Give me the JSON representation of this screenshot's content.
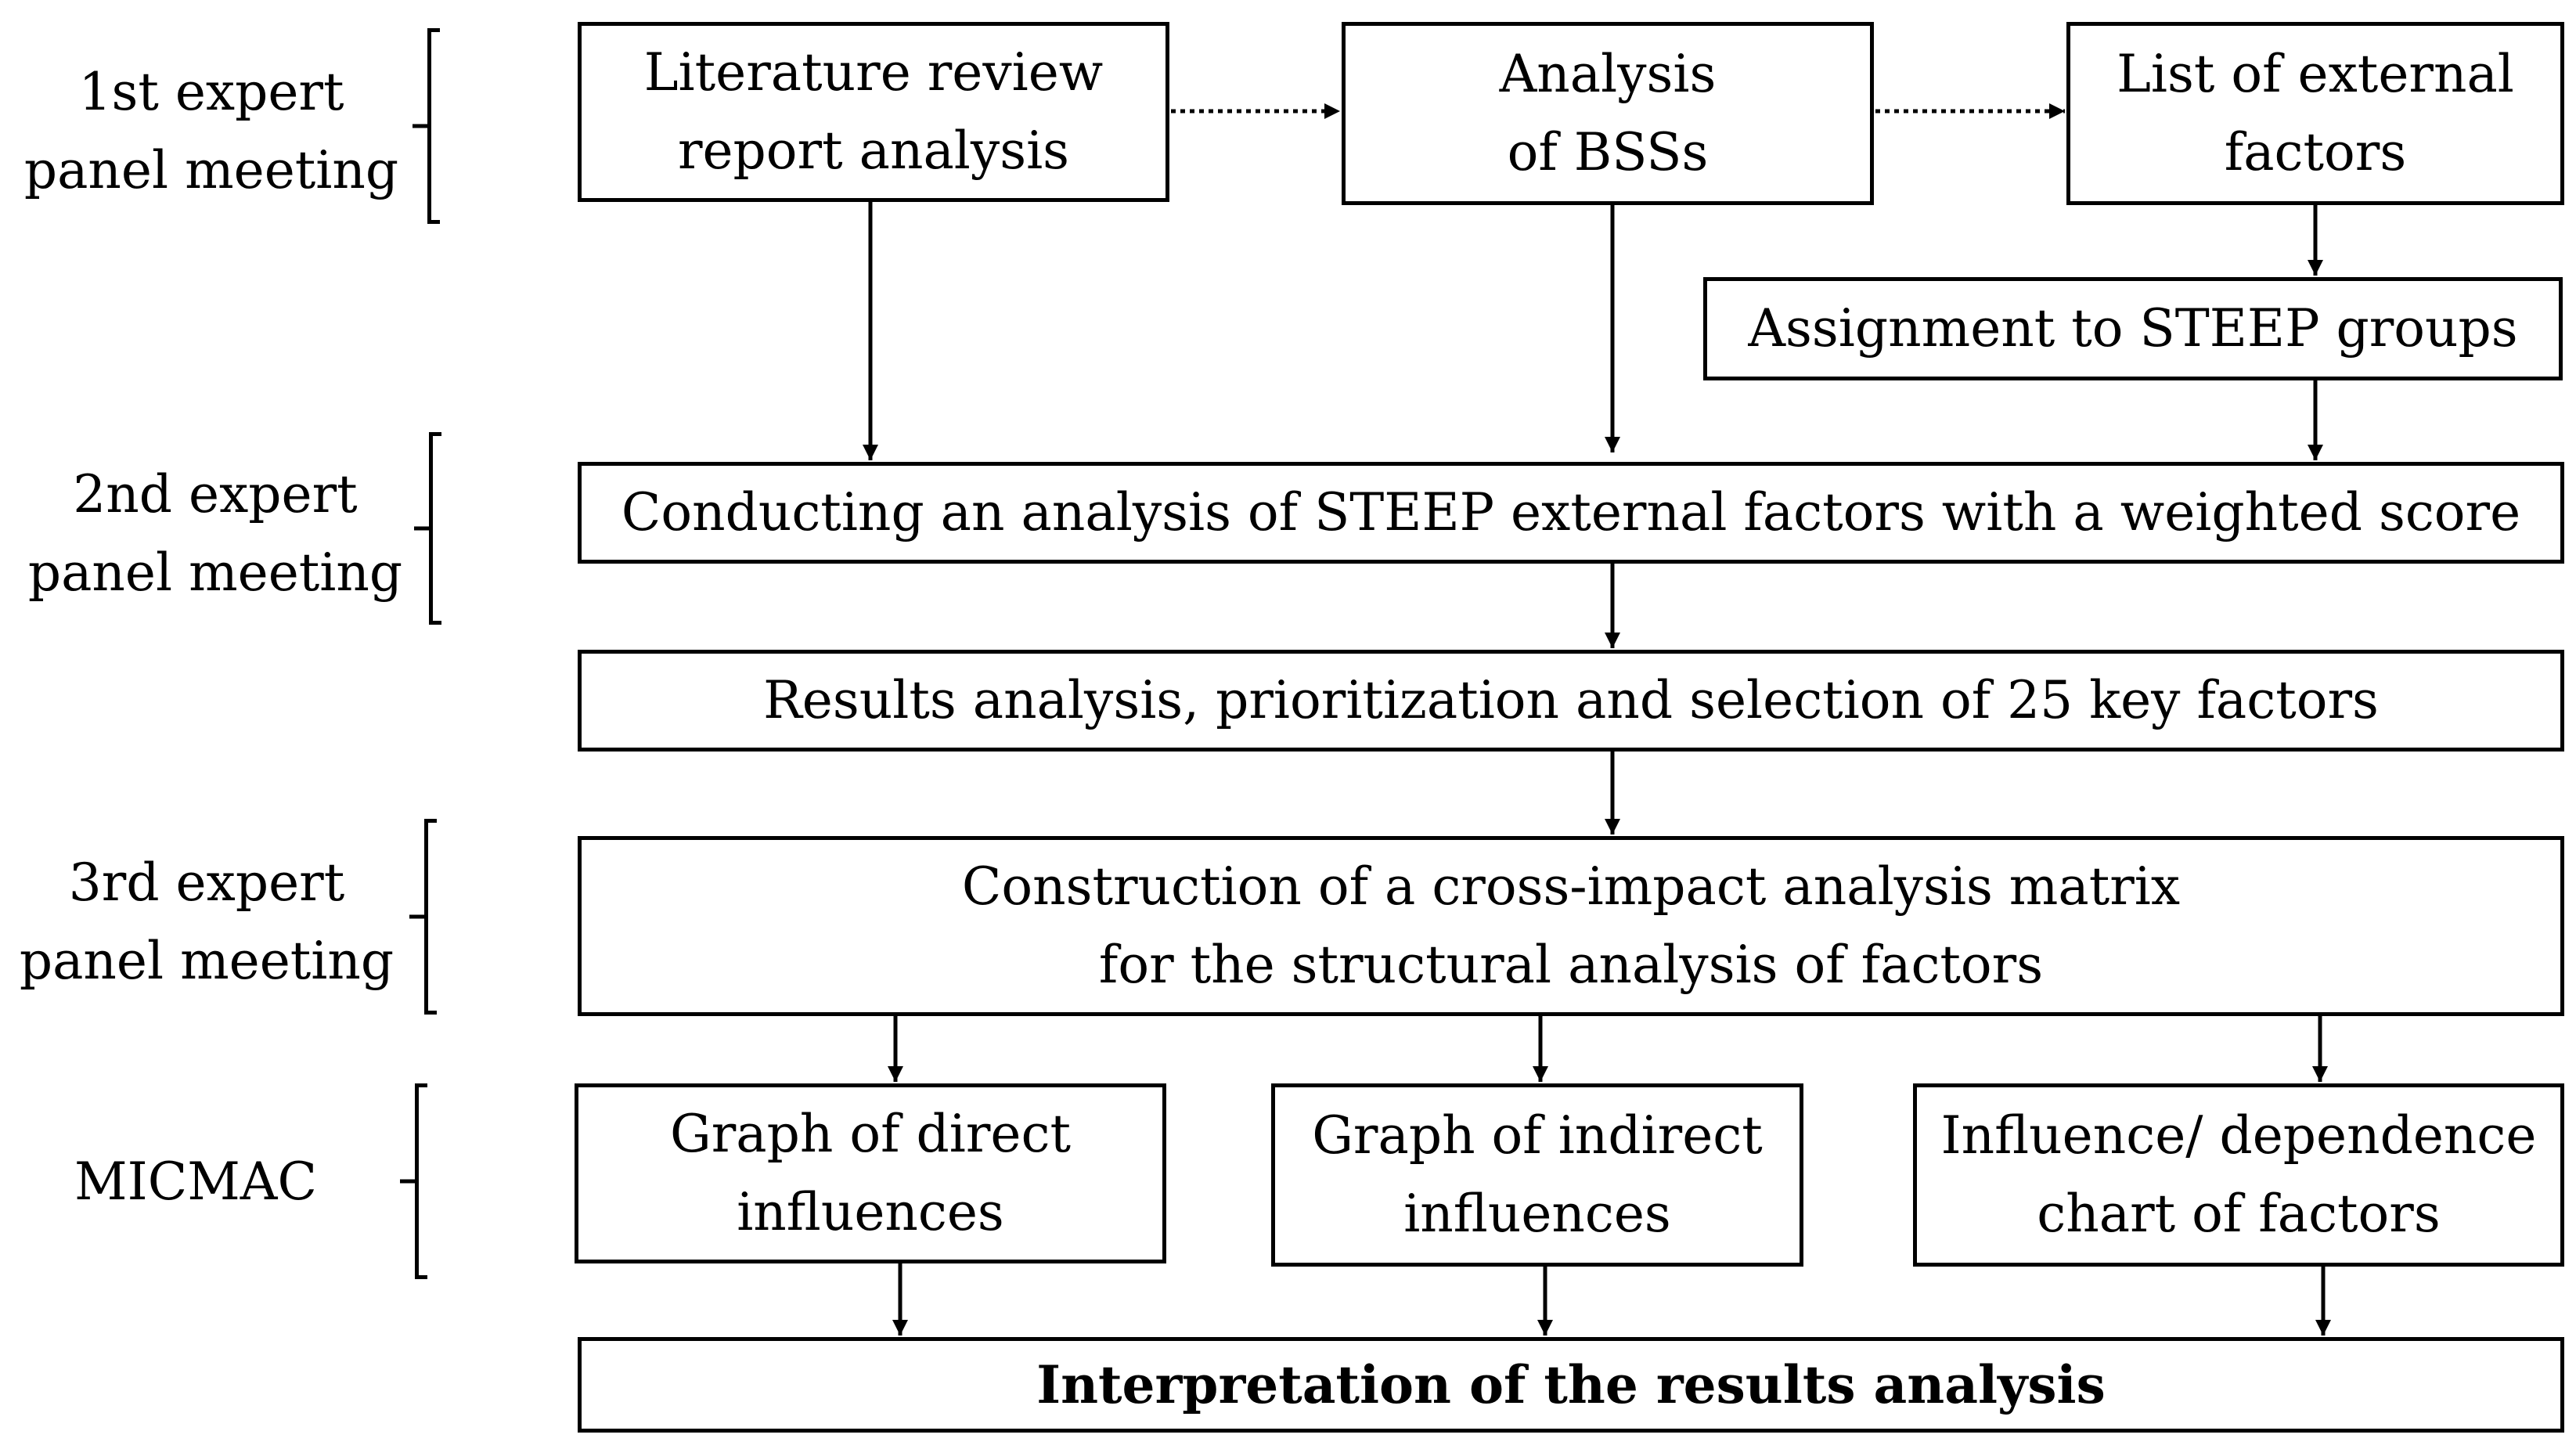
{
  "stages": {
    "first": [
      "1st expert",
      "panel meeting"
    ],
    "second": [
      "2nd expert",
      "panel meeting"
    ],
    "third": [
      "3rd expert",
      "panel meeting"
    ],
    "micmac": [
      "MICMAC"
    ]
  },
  "boxes": {
    "literature": [
      "Literature review",
      "report analysis"
    ],
    "bss": [
      "Analysis",
      "of BSSs"
    ],
    "external": [
      "List of external",
      "factors"
    ],
    "steep_groups": [
      "Assignment to STEEP groups"
    ],
    "steep_analysis": [
      "Conducting an analysis of STEEP external factors with a weighted score"
    ],
    "results": [
      "Results analysis, prioritization and selection of 25 key factors"
    ],
    "matrix": [
      "Construction of a cross-impact analysis matrix",
      "for the structural analysis of factors"
    ],
    "direct": [
      "Graph of direct",
      "influences"
    ],
    "indirect": [
      "Graph of indirect",
      "influences"
    ],
    "chart": [
      "Influence/ dependence",
      "chart of factors"
    ],
    "interpretation": [
      "Interpretation of the results analysis"
    ]
  }
}
